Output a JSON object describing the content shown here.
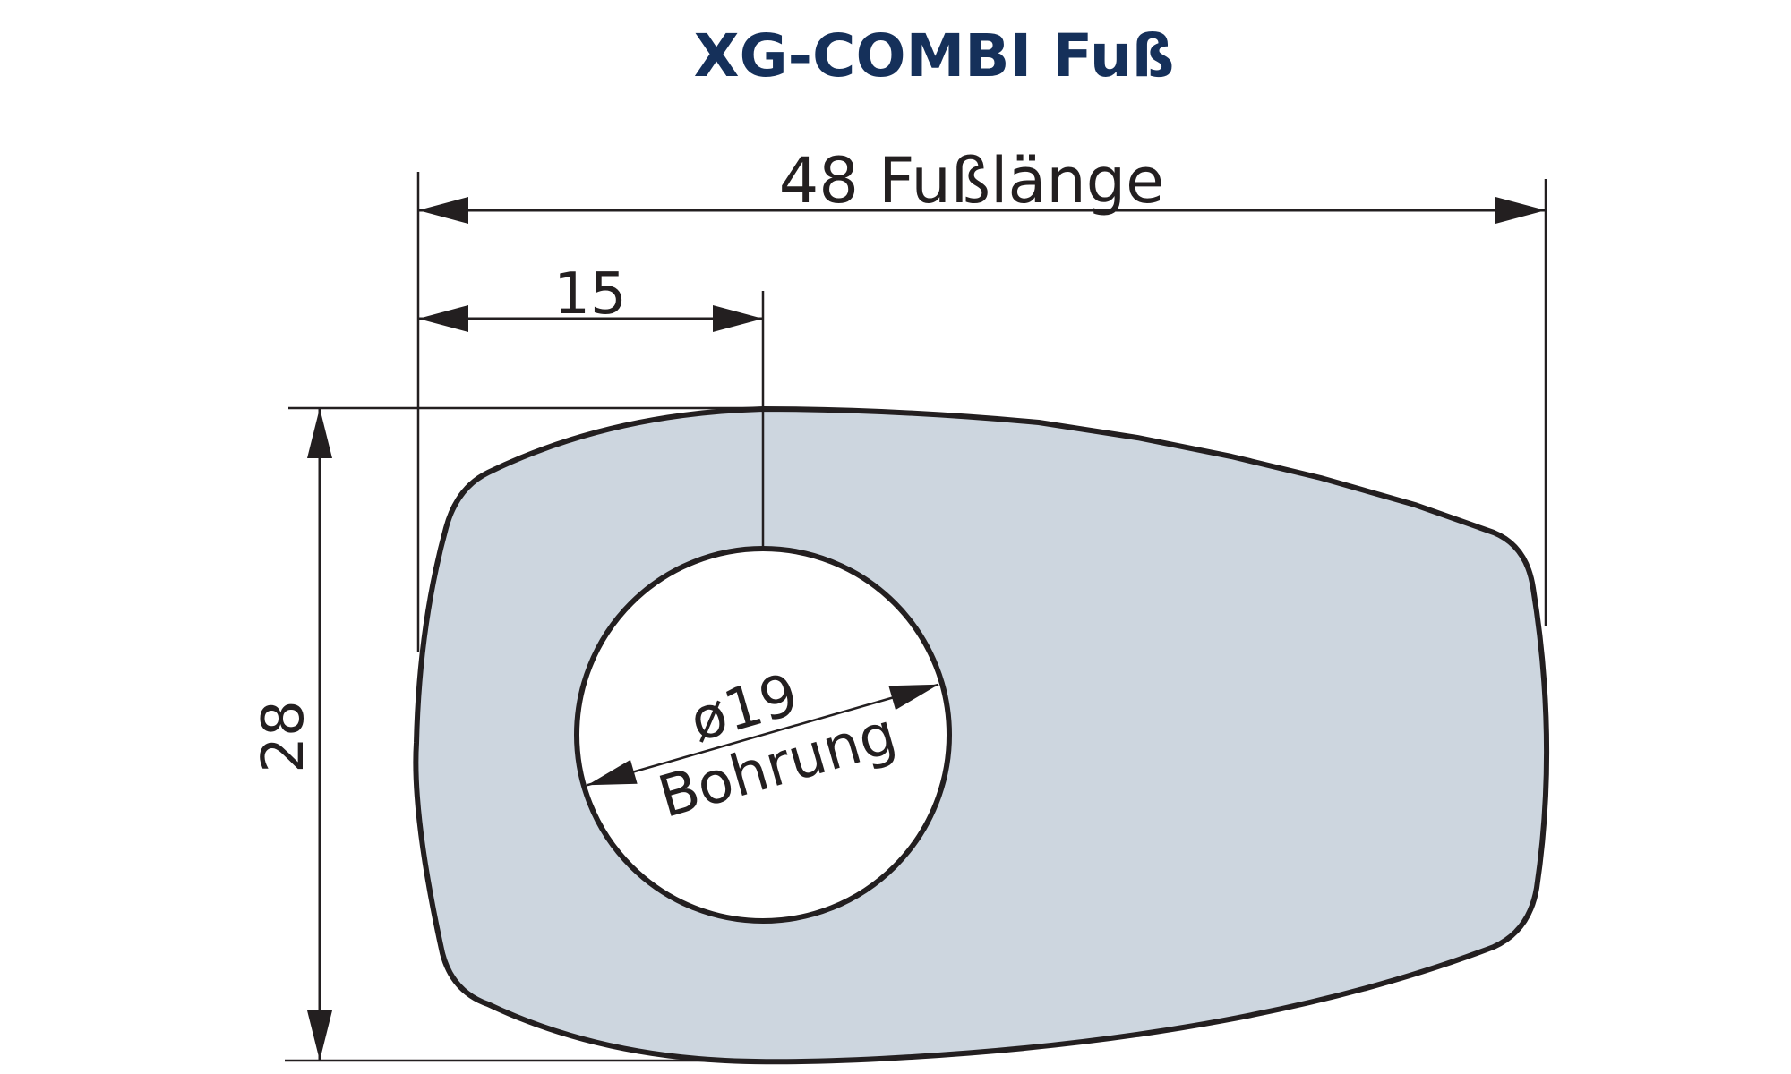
{
  "title": "XG-COMBI Fuß",
  "colors": {
    "title": "#15305a",
    "outline": "#231f20",
    "fill": "#cdd6df",
    "hole": "#ffffff"
  },
  "dimensions": {
    "length": {
      "value": "48",
      "label": "48 Fußlänge"
    },
    "hole_offset": {
      "value": "15",
      "label": "15"
    },
    "height": {
      "value": "28",
      "label": "28"
    },
    "hole_diameter": {
      "value": "ø19",
      "label": "ø19",
      "sublabel": "Bohrung"
    }
  }
}
